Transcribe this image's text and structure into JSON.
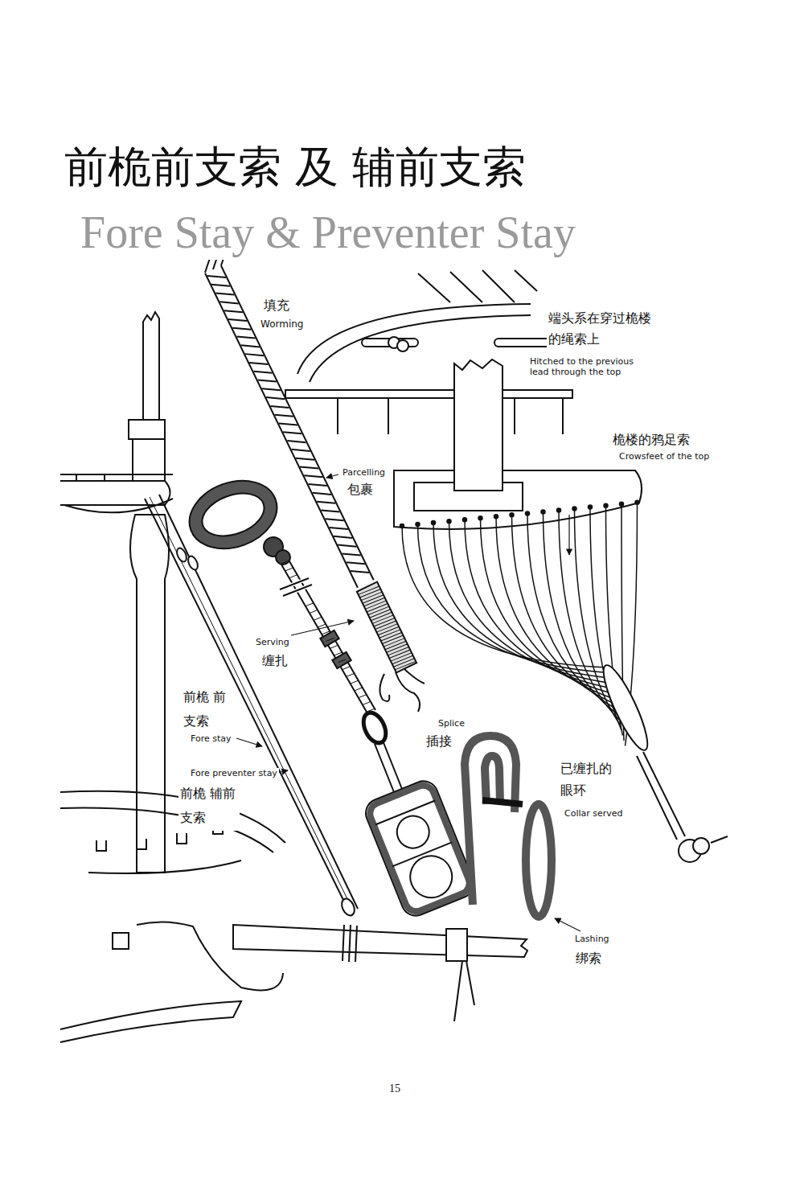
{
  "diagram": {
    "title": "前桅前支索 及 辅前支索",
    "labels": [
      "Fore Stay & Preventer Stay",
      "填充",
      "Worming",
      "端头系在穿过桅楼 的绳索上",
      "Hitched to the previous lead through the top",
      "桅楼的鸦足索",
      "Crowsfeet of the top",
      "Parcelling",
      "包裹",
      "Serving",
      "缠扎",
      "前桅 前支索",
      "Fore stay",
      "Fore preventer stay",
      "前桅 辅前支索",
      "Splice",
      "插接",
      "已缠扎的 眼环",
      "Collar served",
      "Lashing",
      "绑索",
      "15"
    ]
  }
}
